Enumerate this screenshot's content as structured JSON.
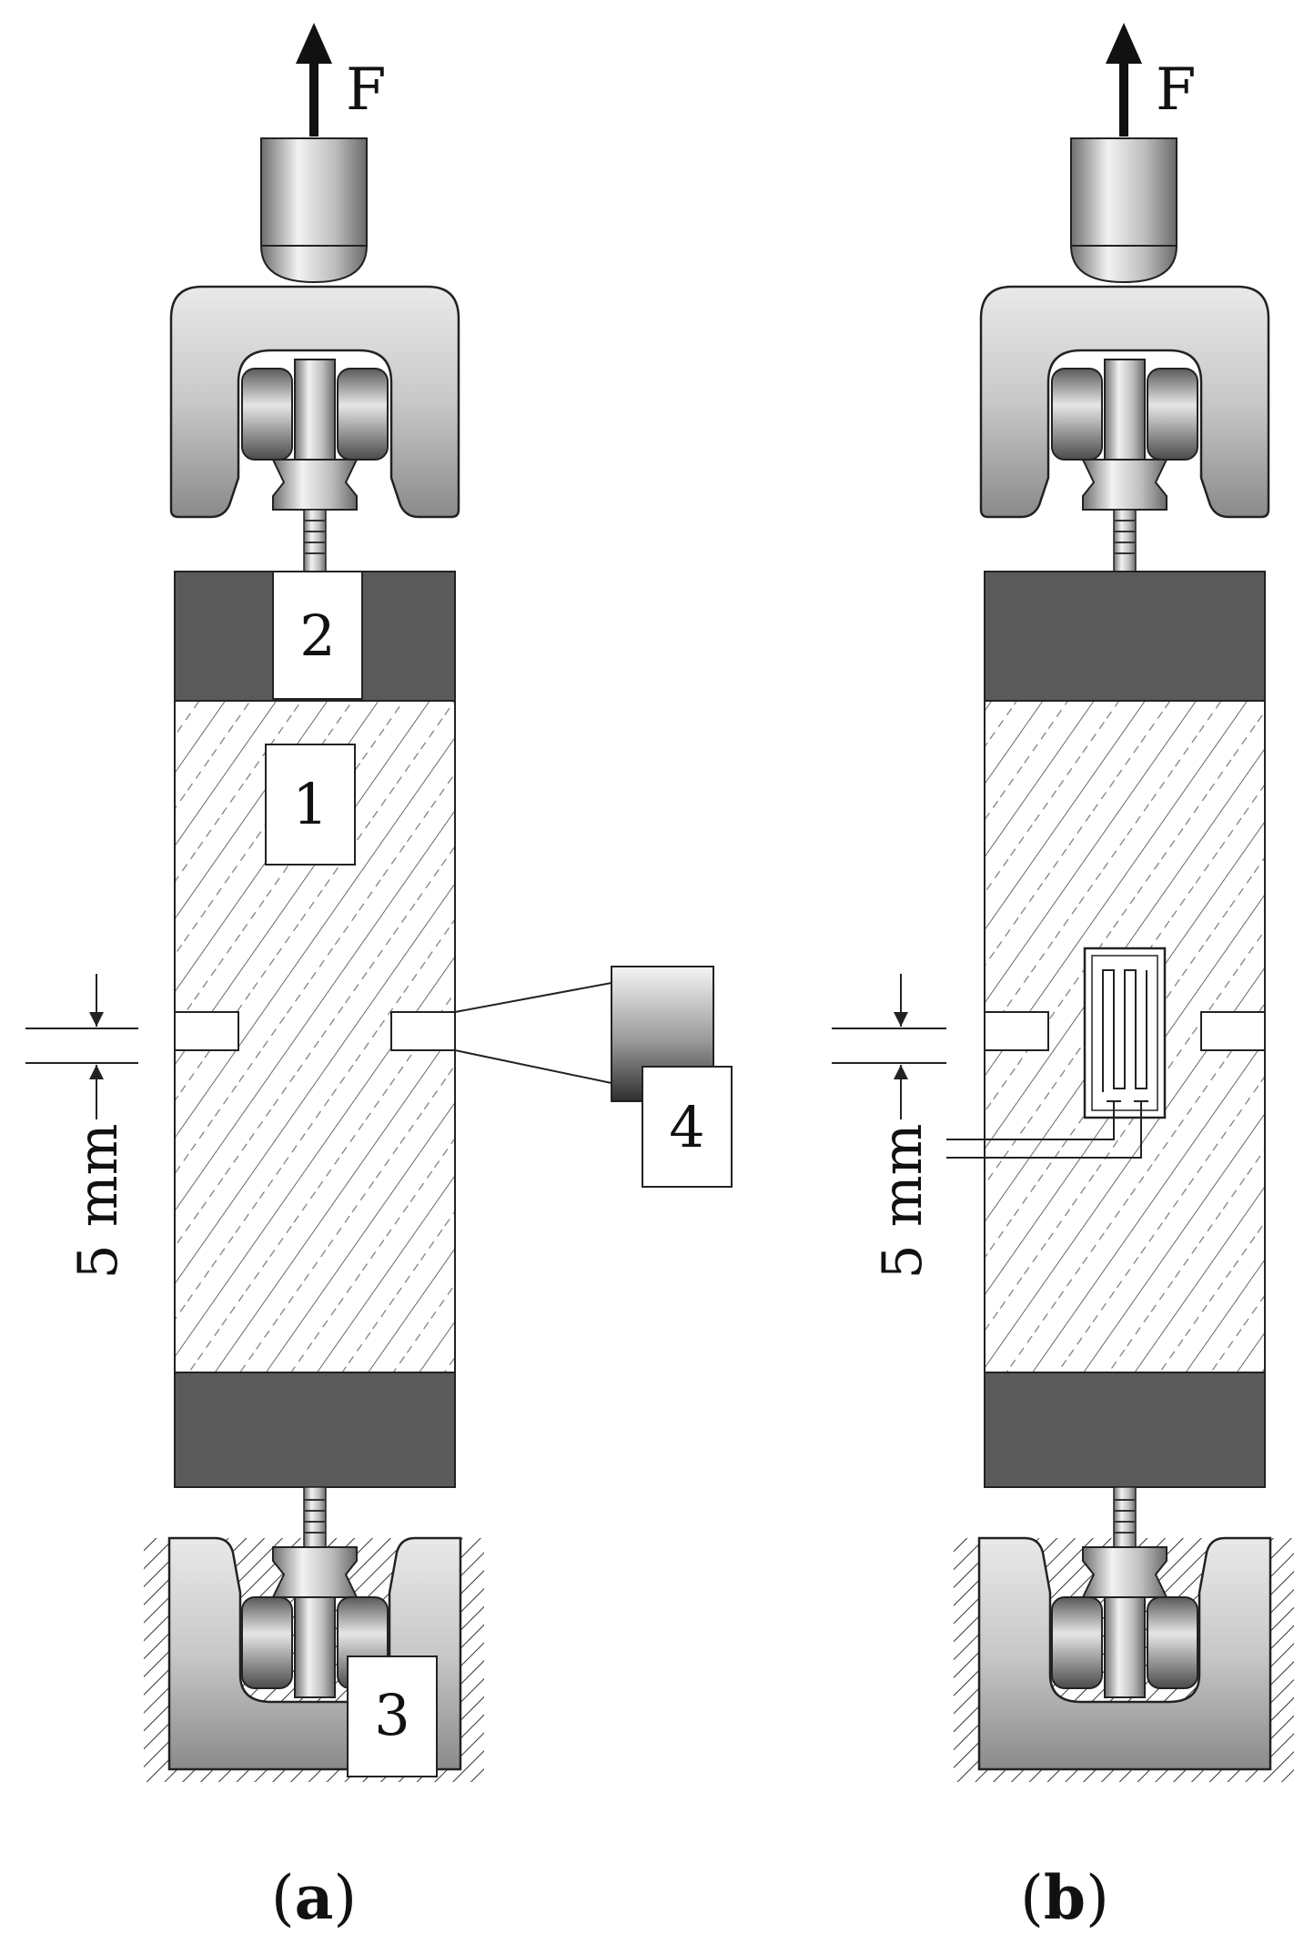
{
  "force_label": "F",
  "dimension_label": "5 mm",
  "panel_a": {
    "caption_open": "(",
    "caption_letter": "a",
    "caption_close": ")",
    "markers": {
      "specimen": "1",
      "top_cap": "2",
      "bottom_grip": "3",
      "sensor": "4"
    }
  },
  "panel_b": {
    "caption_open": "(",
    "caption_letter": "b",
    "caption_close": ")"
  },
  "colors": {
    "cap_dark": "#5a5a5a",
    "grip_light": "#d8d8d8",
    "grip_dark": "#7a7a7a",
    "outline": "#222222",
    "hatch": "#444444",
    "background": "#ffffff"
  }
}
